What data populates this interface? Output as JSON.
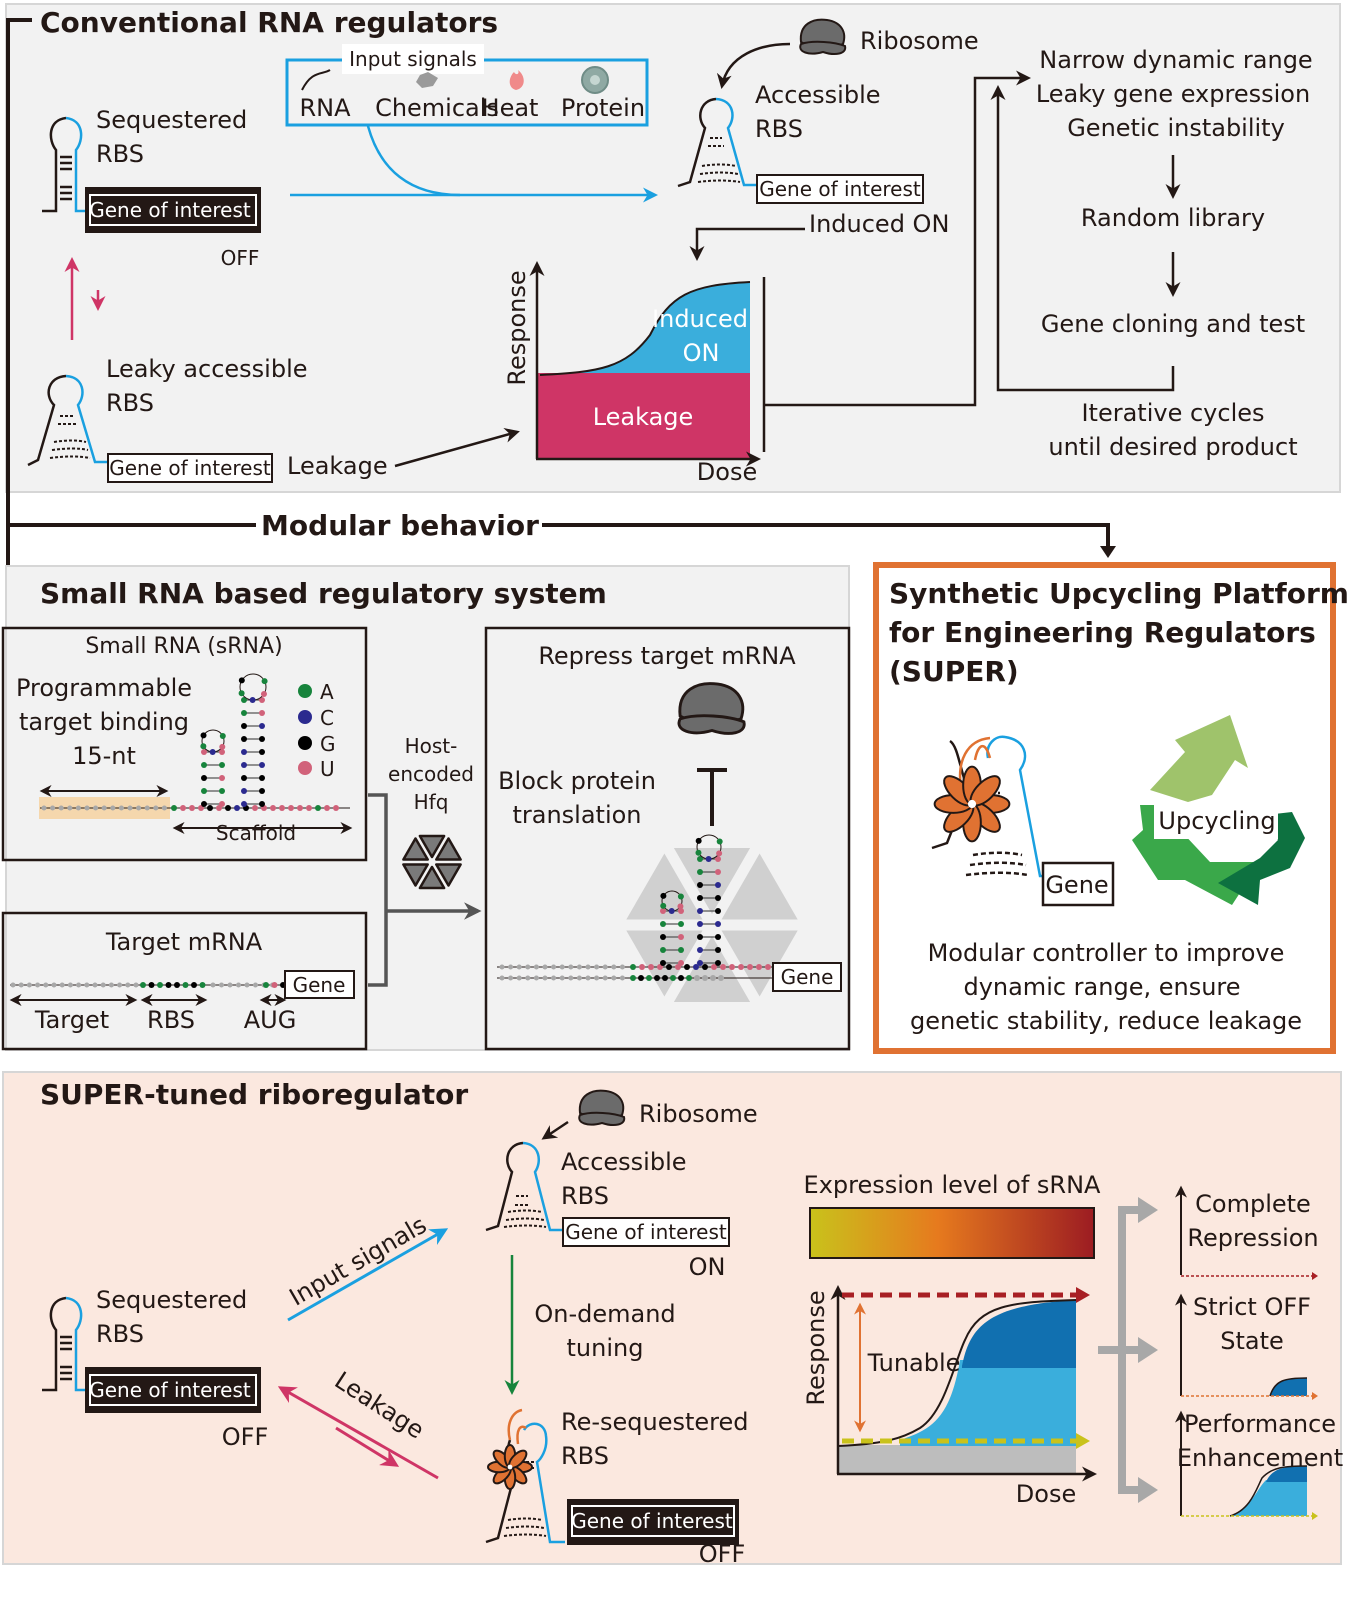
{
  "colors": {
    "panel_gray": "#f2f2f2",
    "panel_peach": "#fbe8df",
    "blue": "#1aa0e0",
    "magenta": "#cf3566",
    "orange_border": "#e07232",
    "induced_blue": "#3aaedc",
    "dark_blue": "#1170b0",
    "leak_gray": "#bdbdbd",
    "dark_red": "#a81f24",
    "yellow": "#c9c21b"
  },
  "conventional": {
    "title": "Conventional RNA regulators",
    "input_box": {
      "label": "Input signals",
      "items": [
        "RNA",
        "Chemicals",
        "Heat",
        "Protein"
      ]
    },
    "sequestered": {
      "line1": "Sequestered",
      "line2": "RBS",
      "gene": "Gene of interest",
      "state": "OFF"
    },
    "leaky": {
      "line1": "Leaky accessible",
      "line2": "RBS",
      "gene": "Gene of interest",
      "arrow_label": "Leakage"
    },
    "accessible": {
      "ribosome": "Ribosome",
      "line1": "Accessible",
      "line2": "RBS",
      "gene": "Gene of interest",
      "state_label": "Induced ON"
    },
    "chart": {
      "ylabel": "Response",
      "xlabel": "Dose",
      "region_induced_line1": "Induced",
      "region_induced_line2": "ON",
      "region_leakage": "Leakage"
    },
    "issues": [
      "Narrow dynamic range",
      "Leaky gene expression",
      "Genetic instability"
    ],
    "steps": [
      "Random library",
      "Gene cloning and test"
    ],
    "iterate_line1": "Iterative cycles",
    "iterate_line2": "until desired product"
  },
  "modular_label": "Modular behavior",
  "srna_system": {
    "title": "Small RNA based regulatory system",
    "srna_box": {
      "title": "Small RNA (sRNA)",
      "binding_line1": "Programmable",
      "binding_line2": "target binding",
      "binding_line3": "15-nt",
      "scaffold": "Scaffold",
      "legend": [
        {
          "base": "A",
          "color": "#17843c"
        },
        {
          "base": "C",
          "color": "#2b2a8f"
        },
        {
          "base": "G",
          "color": "#000000"
        },
        {
          "base": "U",
          "color": "#d1627a"
        }
      ]
    },
    "hfq_line1": "Host-",
    "hfq_line2": "encoded",
    "hfq_line3": "Hfq",
    "target_box": {
      "title": "Target mRNA",
      "gene": "Gene",
      "labels": [
        "Target",
        "RBS",
        "AUG"
      ]
    },
    "repress_box": {
      "title": "Repress target mRNA",
      "block_line1": "Block protein",
      "block_line2": "translation",
      "gene": "Gene"
    }
  },
  "super_box": {
    "title_line1": "Synthetic Upcycling Platform",
    "title_line2": "for Engineering Regulators",
    "title_line3": "(SUPER)",
    "gene": "Gene",
    "upcycling": "Upcycling",
    "desc_line1": "Modular controller to improve",
    "desc_line2": "dynamic range, ensure",
    "desc_line3": "genetic stability, reduce leakage"
  },
  "super_tuned": {
    "title": "SUPER-tuned riboregulator",
    "sequestered": {
      "line1": "Sequestered",
      "line2": "RBS",
      "gene": "Gene of interest",
      "state": "OFF"
    },
    "accessible": {
      "ribosome": "Ribosome",
      "line1": "Accessible",
      "line2": "RBS",
      "gene": "Gene of interest",
      "state": "ON"
    },
    "resequestered": {
      "line1": "Re-sequestered",
      "line2": "RBS",
      "gene": "Gene of interest",
      "state": "OFF"
    },
    "input_signals": "Input signals",
    "leakage": "Leakage",
    "tuning_line1": "On-demand",
    "tuning_line2": "tuning",
    "expression_label": "Expression level of sRNA",
    "chart": {
      "ylabel": "Response",
      "xlabel": "Dose",
      "tunable": "Tunable"
    },
    "outcomes": [
      {
        "line1": "Complete",
        "line2": "Repression"
      },
      {
        "line1": "Strict OFF",
        "line2": "State"
      },
      {
        "line1": "Performance",
        "line2": "Enhancement"
      }
    ]
  }
}
